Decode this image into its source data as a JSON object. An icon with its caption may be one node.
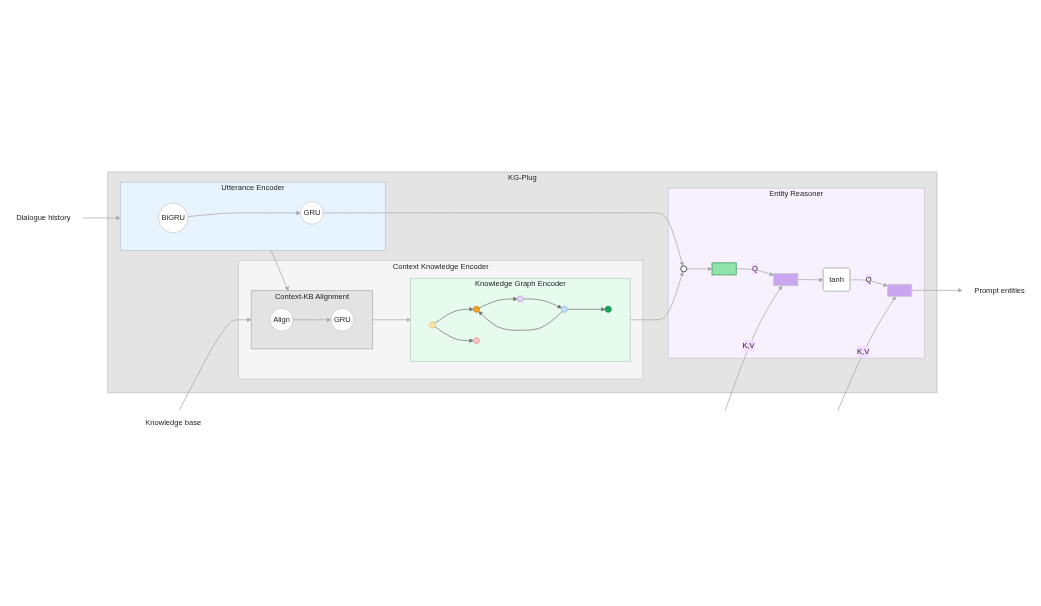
{
  "diagram": {
    "nodes": [
      {
        "text": [
          "Dialogue history"
        ]
      },
      {
        "text": [
          "Knowledge base"
        ]
      },
      {
        "text": [
          "KG-Plug"
        ]
      },
      {
        "text": [
          "Utterance Encoder"
        ],
        "in": 2
      },
      {
        "text": [
          "BiGRU"
        ],
        "in": 3
      },
      {
        "text": [
          "GRU"
        ],
        "in": 3
      },
      {
        "text": [
          "Context Knowledge Encoder"
        ],
        "in": 2
      },
      {
        "text": [
          "Context-KB Alignment"
        ],
        "in": 6
      },
      {
        "text": [
          "Align"
        ],
        "in": 7
      },
      {
        "text": [
          "GRU"
        ],
        "in": 7
      },
      {
        "text": [
          "Knowledge Graph Encoder"
        ],
        "in": 6
      },
      {
        "text": [],
        "shape": "circle",
        "in": 10
      },
      {
        "text": [],
        "shape": "circle",
        "in": 10
      },
      {
        "text": [],
        "shape": "circle",
        "in": 10
      },
      {
        "text": [],
        "shape": "circle",
        "in": 10
      },
      {
        "text": [],
        "shape": "circle",
        "in": 10
      },
      {
        "text": [],
        "shape": "circle",
        "in": 10
      },
      {
        "text": [
          "Entity Reasoner"
        ],
        "in": 2
      },
      {
        "text": [],
        "shape": "circle",
        "in": 17
      },
      {
        "text": [],
        "shape": "bar",
        "in": 17
      },
      {
        "text": [],
        "shape": "box",
        "in": 17
      },
      {
        "text": [
          "tanh"
        ],
        "in": 17
      },
      {
        "text": [],
        "shape": "box",
        "in": 17
      },
      {
        "text": [
          "Prompt entities"
        ]
      }
    ],
    "edges": [
      {
        "from": 0,
        "to": 3,
        "arrow": "to"
      },
      {
        "from": 4,
        "to": 5,
        "arrow": "to"
      },
      {
        "from": 1,
        "to": 7,
        "arrow": "to"
      },
      {
        "from": 3,
        "to": 7,
        "arrow": "to"
      },
      {
        "from": 8,
        "to": 9,
        "arrow": "to"
      },
      {
        "from": 7,
        "to": 10,
        "arrow": "to"
      },
      {
        "from": 11,
        "to": 12,
        "arrow": "to",
        "color": "#757575"
      },
      {
        "from": 11,
        "to": 14,
        "arrow": "to",
        "color": "#757575"
      },
      {
        "from": 12,
        "to": 13,
        "arrow": "to",
        "color": "#757575"
      },
      {
        "from": 13,
        "to": 15,
        "arrow": "to",
        "color": "#757575"
      },
      {
        "from": 15,
        "to": 12,
        "arrow": "to",
        "color": "#757575"
      },
      {
        "from": 15,
        "to": 16,
        "arrow": "to",
        "color": "#757575"
      },
      {
        "from": 5,
        "to": 18,
        "arrow": "to"
      },
      {
        "from": 10,
        "to": 18,
        "arrow": "to"
      },
      {
        "from": 18,
        "to": 19,
        "arrow": "to"
      },
      {
        "from": 19,
        "to": 20,
        "label": "Q",
        "arrow": "to"
      },
      {
        "from": null,
        "to": 20,
        "label": "K,V",
        "arrow": "to"
      },
      {
        "from": 20,
        "to": 21,
        "arrow": "to"
      },
      {
        "from": 21,
        "to": 22,
        "label": "Q",
        "arrow": "to"
      },
      {
        "from": null,
        "to": 22,
        "label": "K,V",
        "arrow": "to"
      },
      {
        "from": 22,
        "to": 23,
        "arrow": "to"
      }
    ]
  }
}
